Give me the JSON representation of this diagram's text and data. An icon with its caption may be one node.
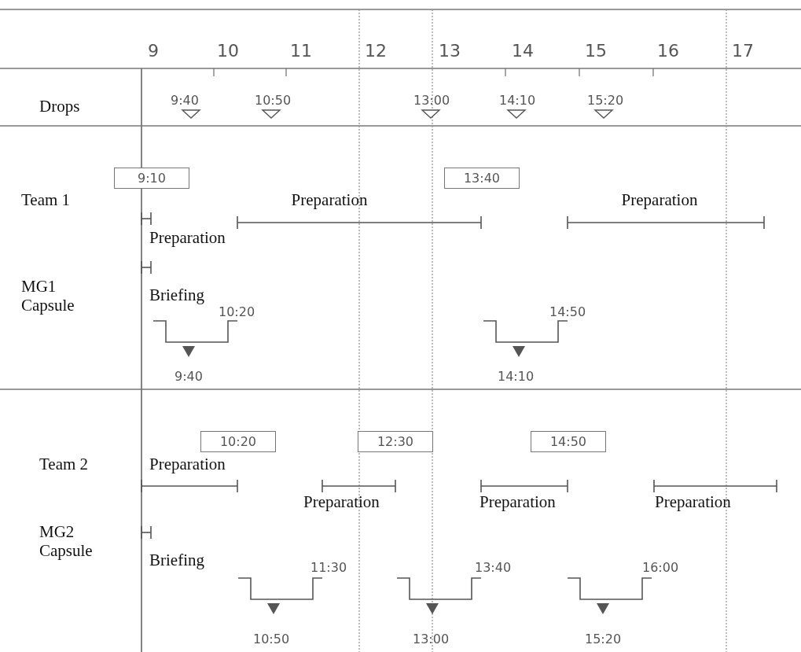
{
  "diagram": {
    "nodes": [
      {
        "text": [
          "9:10"
        ]
      },
      {
        "text": [
          "13:40"
        ]
      },
      {
        "text": [
          "10:20"
        ]
      },
      {
        "text": [
          "12:30"
        ]
      },
      {
        "text": [
          "14:50"
        ]
      }
    ],
    "labels": [
      "9",
      "10",
      "11",
      "12",
      "13",
      "14",
      "15",
      "16",
      "17",
      "Drops",
      "9:40",
      "10:50",
      "13:00",
      "14:10",
      "15:20",
      "Team 1",
      "Preparation",
      "Preparation",
      "Preparation",
      "MG1 Capsule",
      "Briefing",
      "10:20",
      "14:50",
      "9:40",
      "14:10",
      "Team 2",
      "Preparation",
      "Preparation",
      "Preparation",
      "Preparation",
      "MG2 Capsule",
      "Briefing",
      "11:30",
      "13:40",
      "16:00",
      "10:50",
      "13:00",
      "15:20"
    ]
  }
}
